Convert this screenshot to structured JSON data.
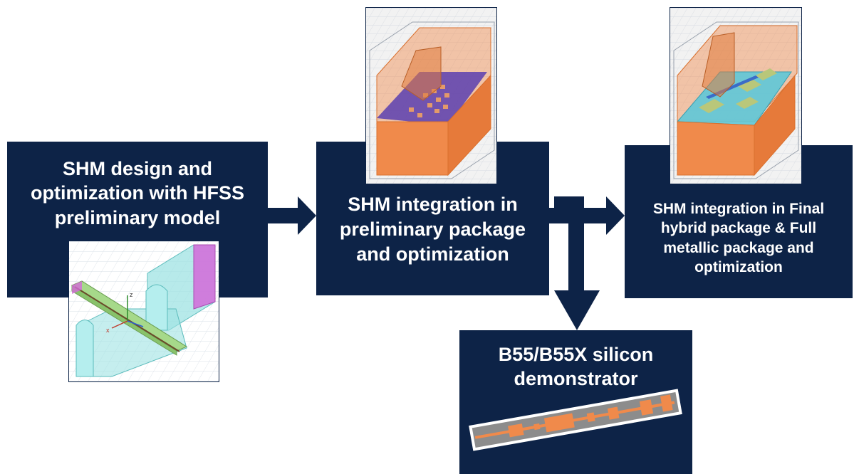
{
  "diagram": {
    "step1": {
      "label": "SHM design and\noptimization with HFSS\npreliminary model"
    },
    "step2": {
      "label": "SHM integration in\npreliminary package\nand optimization"
    },
    "step3": {
      "label": "SHM integration in Final\nhybrid package & Full\nmetallic package and\noptimization"
    },
    "step4": {
      "label": "B55/B55X silicon\ndemonstrator"
    },
    "axis_labels": {
      "z": "z",
      "x": "x"
    }
  },
  "colors": {
    "box_fill": "#0d2347",
    "box_text": "#ffffff",
    "package_orange": "#f08a4b",
    "substrate_purple": "#5a3fb0",
    "model_cyan": "#9fe3e3",
    "model_magenta": "#d46ad9",
    "chip_gray": "#8c8c8c"
  }
}
